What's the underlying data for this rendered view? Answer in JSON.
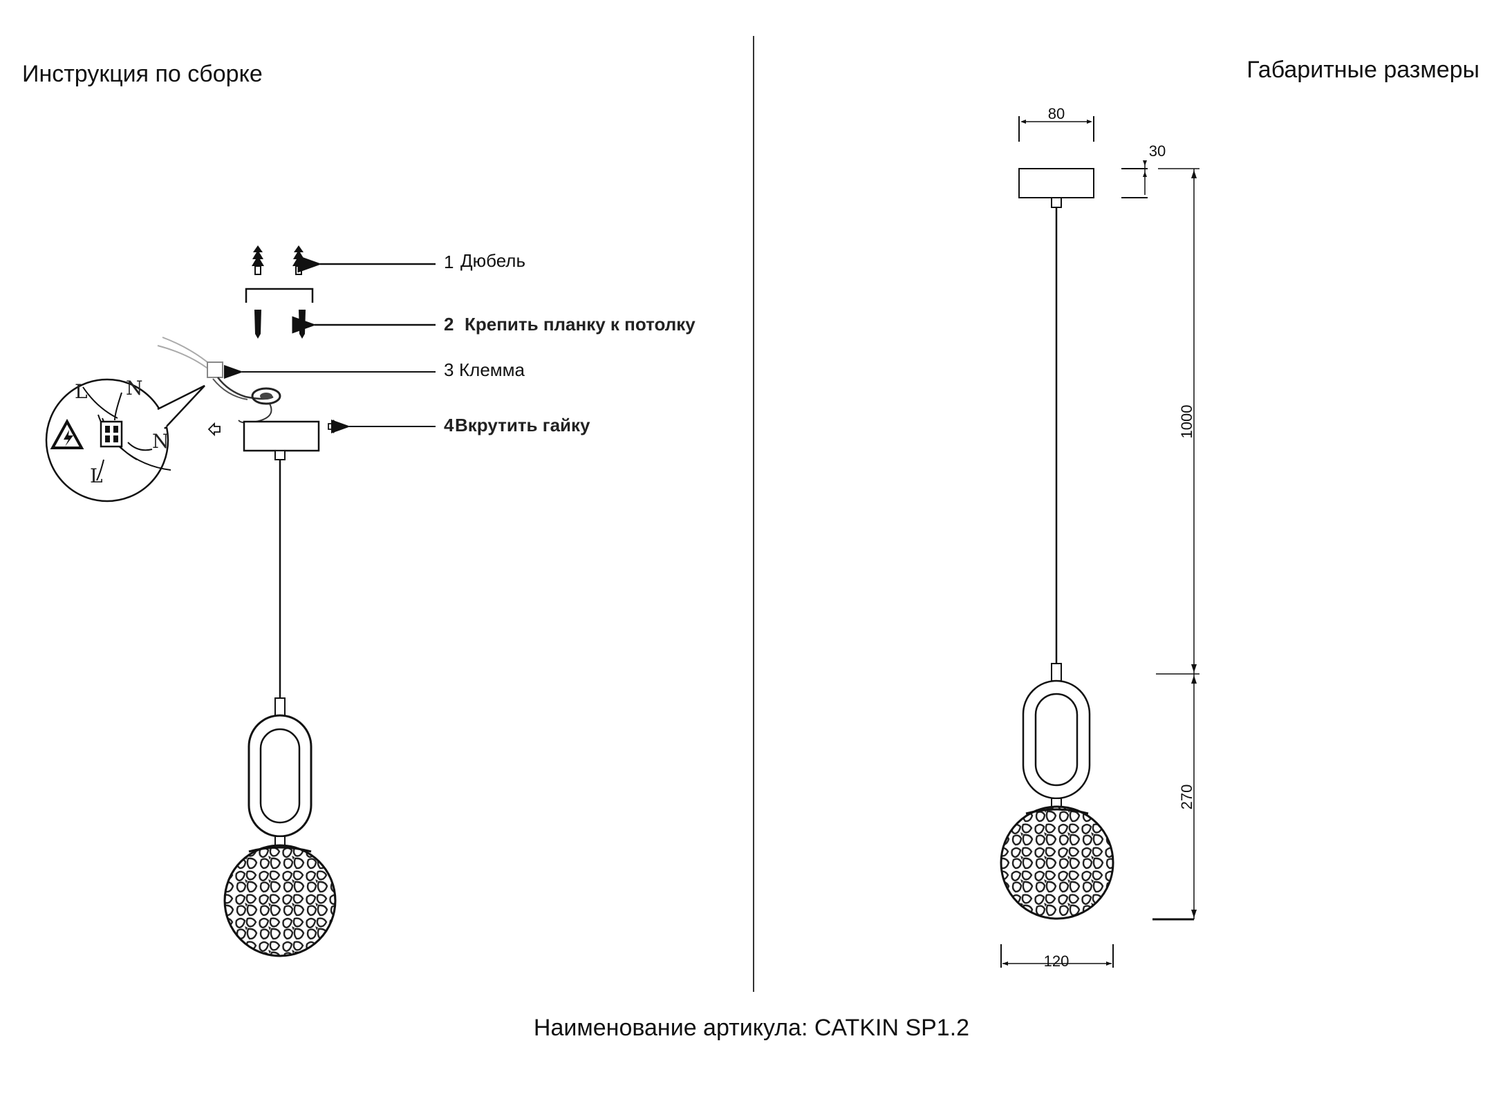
{
  "headings": {
    "assembly": "Инструкция по сборке",
    "dimensions": "Габаритные размеры"
  },
  "steps": [
    {
      "num": "1",
      "text": "Дюбель"
    },
    {
      "num": "2",
      "text": "Крепить планку к потолку"
    },
    {
      "num": "3",
      "text": "Клемма"
    },
    {
      "num": "4",
      "text": "Вкрутить гайку"
    }
  ],
  "wiring": {
    "live": "L",
    "neutral": "N",
    "warning_icon": "lightning-warning-icon"
  },
  "dimensions": {
    "canopy_width": "80",
    "canopy_height": "30",
    "cable_length": "1000",
    "body_height": "270",
    "shade_diameter": "120"
  },
  "footer": "Наименование артикула: CATKIN SP1.2"
}
